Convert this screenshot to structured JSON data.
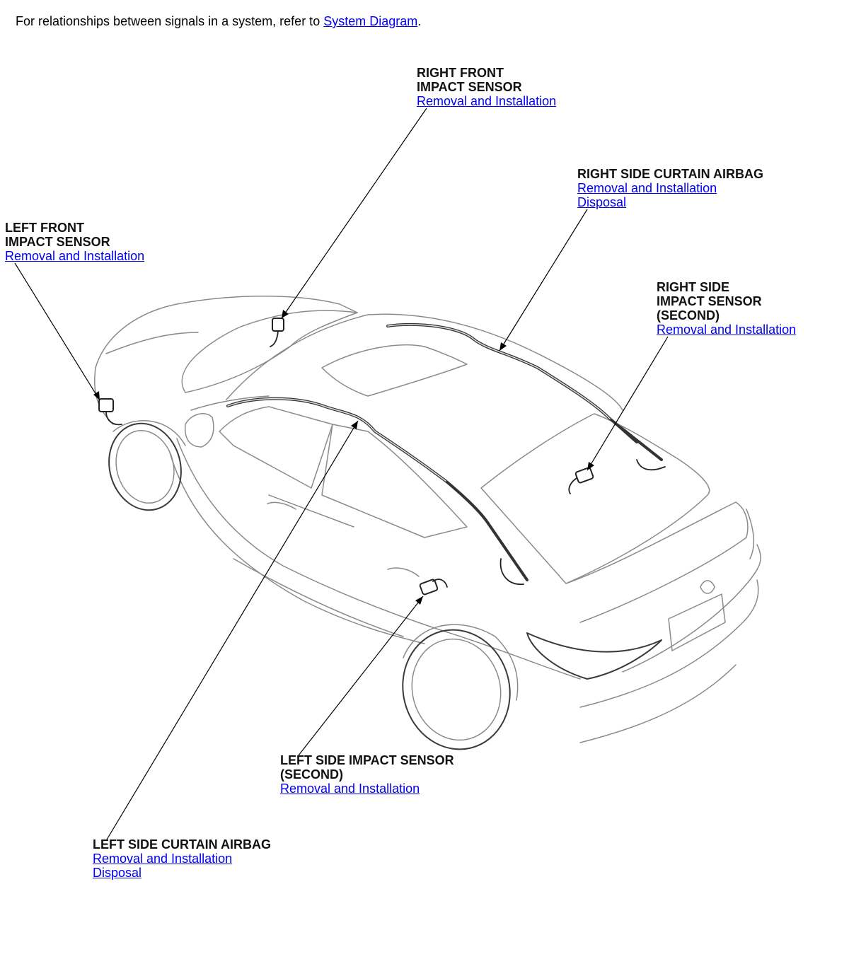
{
  "intro": {
    "text_before": "For relationships between signals in a system, refer to ",
    "link_text": "System Diagram",
    "text_after": "."
  },
  "callouts": {
    "right_front_sensor": {
      "title_line1": "RIGHT FRONT",
      "title_line2": "IMPACT SENSOR",
      "link1": "Removal and Installation"
    },
    "right_curtain_airbag": {
      "title_line1": "RIGHT SIDE CURTAIN AIRBAG",
      "link1": "Removal and Installation",
      "link2": "Disposal"
    },
    "left_front_sensor": {
      "title_line1": "LEFT FRONT",
      "title_line2": "IMPACT SENSOR",
      "link1": "Removal and Installation"
    },
    "right_side_sensor_second": {
      "title_line1": "RIGHT SIDE",
      "title_line2": "IMPACT SENSOR",
      "title_line3": "(SECOND)",
      "link1": "Removal and Installation"
    },
    "left_side_sensor_second": {
      "title_line1": "LEFT SIDE IMPACT SENSOR",
      "title_line2": "(SECOND)",
      "link1": "Removal and Installation"
    },
    "left_curtain_airbag": {
      "title_line1": "LEFT SIDE CURTAIN AIRBAG",
      "link1": "Removal and Installation",
      "link2": "Disposal"
    }
  },
  "colors": {
    "link": "#0000ee",
    "title": "#111111",
    "car_outline": "#8a8a8a",
    "component": "#333333"
  }
}
